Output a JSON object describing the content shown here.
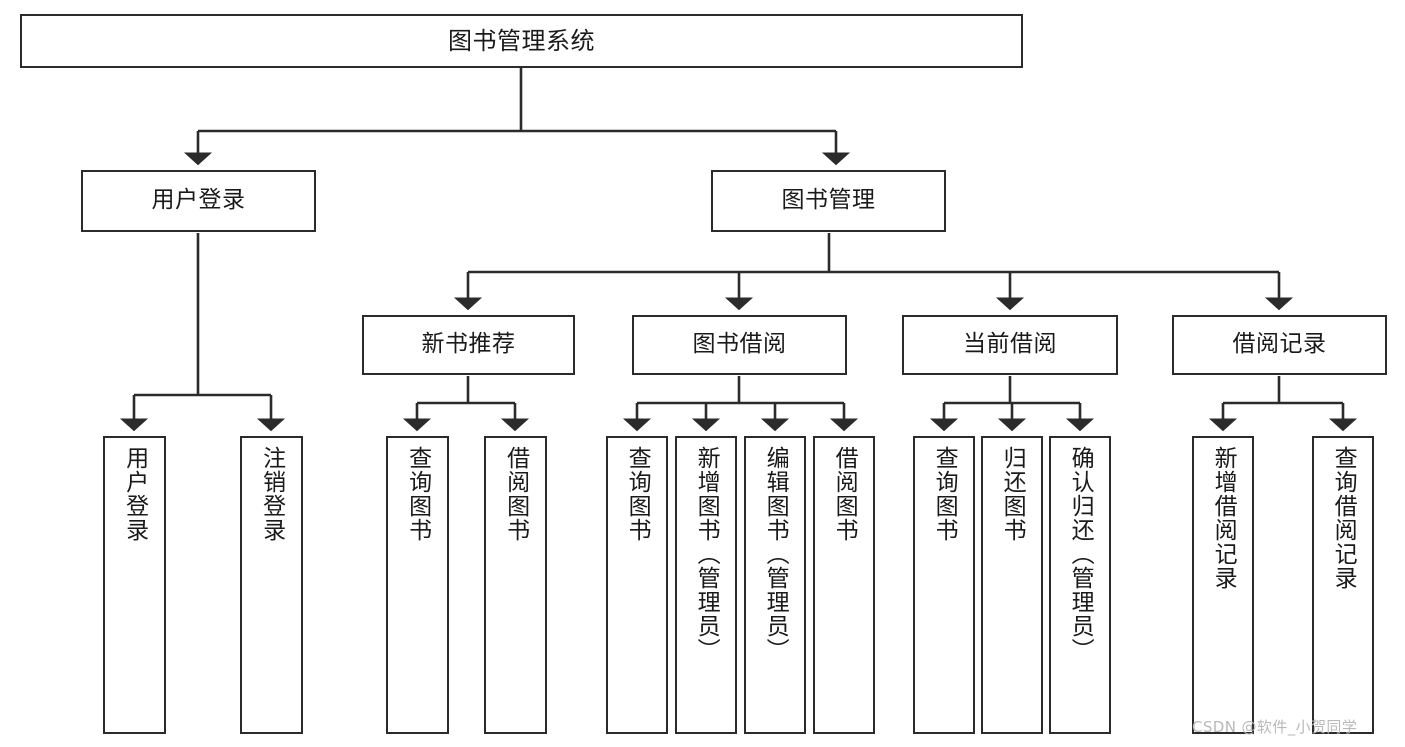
{
  "diagram": {
    "title": "图书管理系统",
    "type": "tree-structure-chart",
    "watermark": "CSDN @软件_小贺同学",
    "colors": {
      "box_border": "#2b2b2b",
      "box_fill": "#ffffff",
      "edge": "#2b2b2b",
      "text": "#1a1a1a",
      "watermark": "#b9b9b9",
      "background": "#ffffff"
    },
    "nodes": {
      "root": {
        "label": "图书管理系统"
      },
      "level2": [
        {
          "label": "用户登录"
        },
        {
          "label": "图书管理"
        }
      ],
      "level3": [
        {
          "label": "新书推荐"
        },
        {
          "label": "图书借阅"
        },
        {
          "label": "当前借阅"
        },
        {
          "label": "借阅记录"
        }
      ],
      "leaves": {
        "user_login": [
          {
            "label": "用户登录"
          },
          {
            "label": "注销登录"
          }
        ],
        "new_book": [
          {
            "label": "查询图书"
          },
          {
            "label": "借阅图书"
          }
        ],
        "book_borrow": [
          {
            "label": "查询图书"
          },
          {
            "label": "新增图书（管理员）"
          },
          {
            "label": "编辑图书（管理员）"
          },
          {
            "label": "借阅图书"
          }
        ],
        "current_borrow": [
          {
            "label": "查询图书"
          },
          {
            "label": "归还图书"
          },
          {
            "label": "确认归还（管理员）"
          }
        ],
        "borrow_record": [
          {
            "label": "新增借阅记录"
          },
          {
            "label": "查询借阅记录"
          }
        ]
      }
    }
  }
}
